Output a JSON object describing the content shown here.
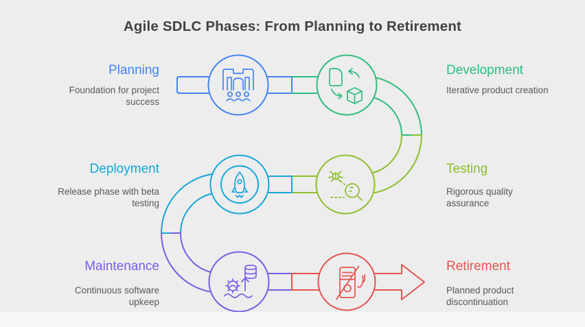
{
  "title": "Agile SDLC Phases: From Planning to Retirement",
  "phases": [
    {
      "name": "Planning",
      "description": "Foundation for project success",
      "color": "#4484f3",
      "icon": "meeting-board-icon",
      "side": "left",
      "row": 1
    },
    {
      "name": "Development",
      "description": "Iterative product creation",
      "color": "#2ebd7d",
      "icon": "doc-cube-sync-icon",
      "side": "right",
      "row": 1
    },
    {
      "name": "Testing",
      "description": "Rigorous quality assurance",
      "color": "#8dbe2d",
      "icon": "bug-magnifier-icon",
      "side": "right",
      "row": 2
    },
    {
      "name": "Deployment",
      "description": "Release phase with beta testing",
      "color": "#17a5d9",
      "icon": "rocket-icon",
      "side": "left",
      "row": 2
    },
    {
      "name": "Maintenance",
      "description": "Continuous software upkeep",
      "color": "#7a5ce6",
      "icon": "gear-database-icon",
      "side": "left",
      "row": 3
    },
    {
      "name": "Retirement",
      "description": "Planned product discontinuation",
      "color": "#e4534e",
      "icon": "crossed-device-icon",
      "side": "right",
      "row": 3
    }
  ],
  "colors": {
    "background": "#ededed",
    "bottom_strip": "#f7f7f7",
    "title_text": "#3f4245",
    "description_text": "#55585c"
  }
}
